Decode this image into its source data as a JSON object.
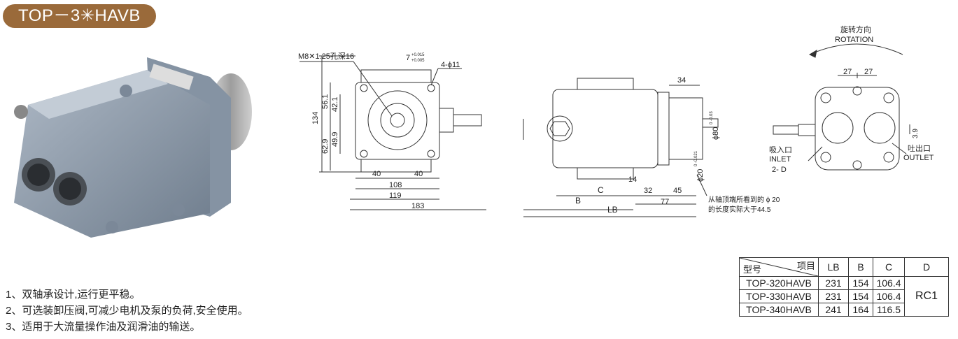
{
  "title": "TOP－3✳HAVB",
  "features": [
    "1、双轴承设计,运行更平稳。",
    "2、可选装卸压阀,可减少电机及泵的负荷,安全使用。",
    "3、适用于大流量操作油及润滑油的输送。"
  ],
  "front_view": {
    "thread_note": "M8✕1.25孔深16",
    "key_width": "7",
    "key_tol_upper": "+0.015",
    "key_tol_lower": "+0.005",
    "holes": "4-ϕ11",
    "dim_134": "134",
    "dim_56_1": "56.1",
    "dim_42_1": "42.1",
    "dim_62_9": "62.9",
    "dim_49_9": "49.9",
    "dim_40a": "40",
    "dim_40b": "40",
    "dim_108": "108",
    "dim_119": "119",
    "dim_183": "183"
  },
  "side_view": {
    "dim_34": "34",
    "dim_80": "ϕ80",
    "dim_80_tol": "0 -0.03",
    "dim_20": "ϕ20",
    "dim_20_tol": "0 -0.021",
    "dim_14": "14",
    "dim_32": "32",
    "dim_45": "45",
    "dim_77": "77",
    "label_c": "C",
    "label_b": "B",
    "label_lb": "LB",
    "note_line1": "从轴顶端所看到的 ϕ 20",
    "note_line2": "的长度实际大于44.5"
  },
  "rear_view": {
    "rotation_cn": "旋转方向",
    "rotation_en": "ROTATION",
    "dim_27a": "27",
    "dim_27b": "27",
    "dim_3_9": "3.9",
    "inlet_cn": "吸入口",
    "inlet_en": "INLET",
    "outlet_cn": "吐出口",
    "outlet_en": "OUTLET",
    "port": "2- D"
  },
  "table": {
    "corner_top": "项目",
    "corner_bottom": "型号",
    "headers": [
      "LB",
      "B",
      "C",
      "D"
    ],
    "rows": [
      {
        "model": "TOP-320HAVB",
        "lb": "231",
        "b": "154",
        "c": "106.4"
      },
      {
        "model": "TOP-330HAVB",
        "lb": "231",
        "b": "154",
        "c": "106.4"
      },
      {
        "model": "TOP-340HAVB",
        "lb": "241",
        "b": "164",
        "c": "116.5"
      }
    ],
    "d_value": "RC1"
  }
}
